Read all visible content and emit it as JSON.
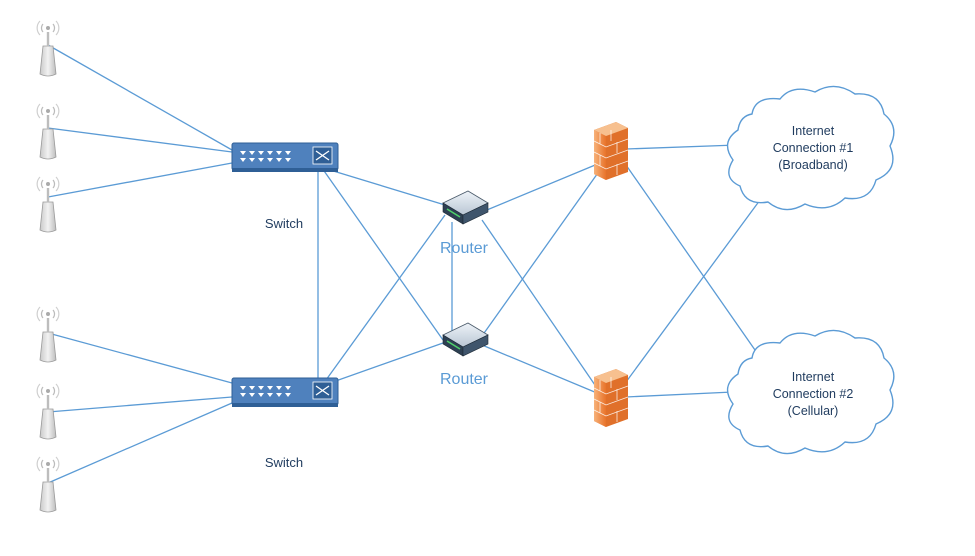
{
  "switches": [
    {
      "id": "switch-top",
      "label": "Switch"
    },
    {
      "id": "switch-bottom",
      "label": "Switch"
    }
  ],
  "routers": [
    {
      "id": "router-top",
      "label": "Router"
    },
    {
      "id": "router-bottom",
      "label": "Router"
    }
  ],
  "firewalls": [
    {
      "id": "firewall-top"
    },
    {
      "id": "firewall-bottom"
    }
  ],
  "clouds": [
    {
      "id": "internet-1",
      "lines": [
        "Internet",
        "Connection #1",
        "(Broadband)"
      ]
    },
    {
      "id": "internet-2",
      "lines": [
        "Internet",
        "Connection #2",
        "(Cellular)"
      ]
    }
  ],
  "access_points": [
    {
      "id": "ap-1",
      "icon": "wireless-access-point-icon"
    },
    {
      "id": "ap-2",
      "icon": "wireless-access-point-icon"
    },
    {
      "id": "ap-3",
      "icon": "wireless-access-point-icon"
    },
    {
      "id": "ap-4",
      "icon": "wireless-access-point-icon"
    },
    {
      "id": "ap-5",
      "icon": "wireless-access-point-icon"
    },
    {
      "id": "ap-6",
      "icon": "wireless-access-point-icon"
    }
  ],
  "colors": {
    "link": "#5b9bd5",
    "switch_body": "#4f81bd",
    "firewall": "#f28a3a",
    "cloud_stroke": "#5b9bd5",
    "label_dark": "#1f3b5e"
  }
}
